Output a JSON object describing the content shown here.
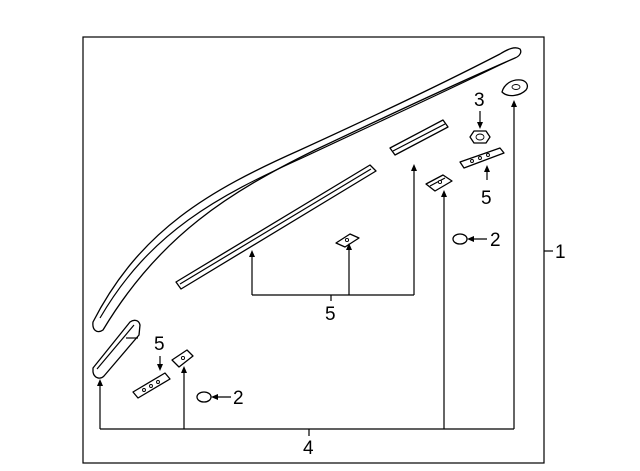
{
  "callouts": {
    "one": "1",
    "two": "2",
    "three": "3",
    "four": "4",
    "five": "5"
  }
}
